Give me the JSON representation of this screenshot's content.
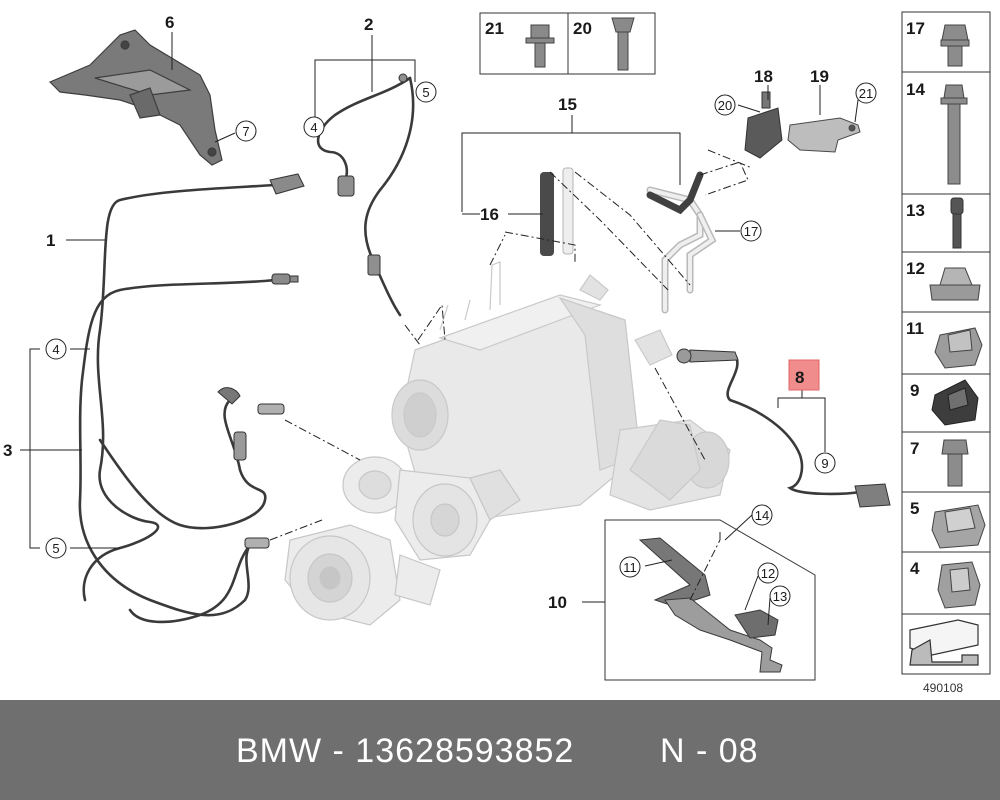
{
  "diagram": {
    "part_numbers": {
      "n1": "1",
      "n2": "2",
      "n3": "3",
      "n4a": "4",
      "n4b": "4",
      "n4c": "4",
      "n5a": "5",
      "n5b": "5",
      "n5c": "5",
      "n6": "6",
      "n7a": "7",
      "n7b": "7",
      "n8": "8",
      "n9a": "9",
      "n9b": "9",
      "n10": "10",
      "n11a": "11",
      "n11b": "11",
      "n12a": "12",
      "n12b": "12",
      "n13a": "13",
      "n13b": "13",
      "n14a": "14",
      "n14b": "14",
      "n15": "15",
      "n16": "16",
      "n17a": "17",
      "n17b": "17",
      "n18": "18",
      "n19": "19",
      "n20a": "20",
      "n20b": "20",
      "n21a": "21",
      "n21b": "21"
    },
    "highlight_color": "#f08c8c",
    "figure_id": "490108"
  },
  "footer": {
    "part_text": "BMW - 13628593852",
    "code_text": "N - 08"
  }
}
